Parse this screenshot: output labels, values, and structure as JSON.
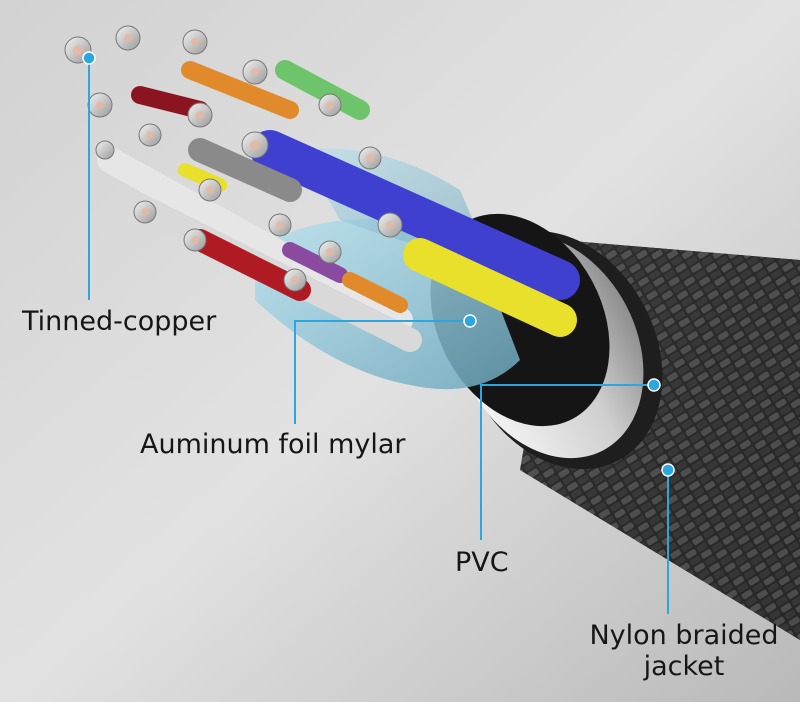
{
  "labels": {
    "tinned_copper": "Tinned-copper",
    "aluminum_foil": "Auminum foil mylar",
    "pvc": "PVC",
    "nylon_line1": "Nylon braided",
    "nylon_line2": "jacket"
  },
  "colors": {
    "background": "#c9c9c9",
    "callout_line": "#2aa6e0",
    "jacket": "#2b2b2b",
    "pvc_ring": "#dcdcdc",
    "wire_blue": "#3f3fd0",
    "wire_yellow": "#e8e02a",
    "wire_red": "#b01a22",
    "wire_orange": "#e08a2c",
    "wire_green": "#6ec46a",
    "wire_purple": "#8a4aa0",
    "foil": "#8fc8d8"
  }
}
